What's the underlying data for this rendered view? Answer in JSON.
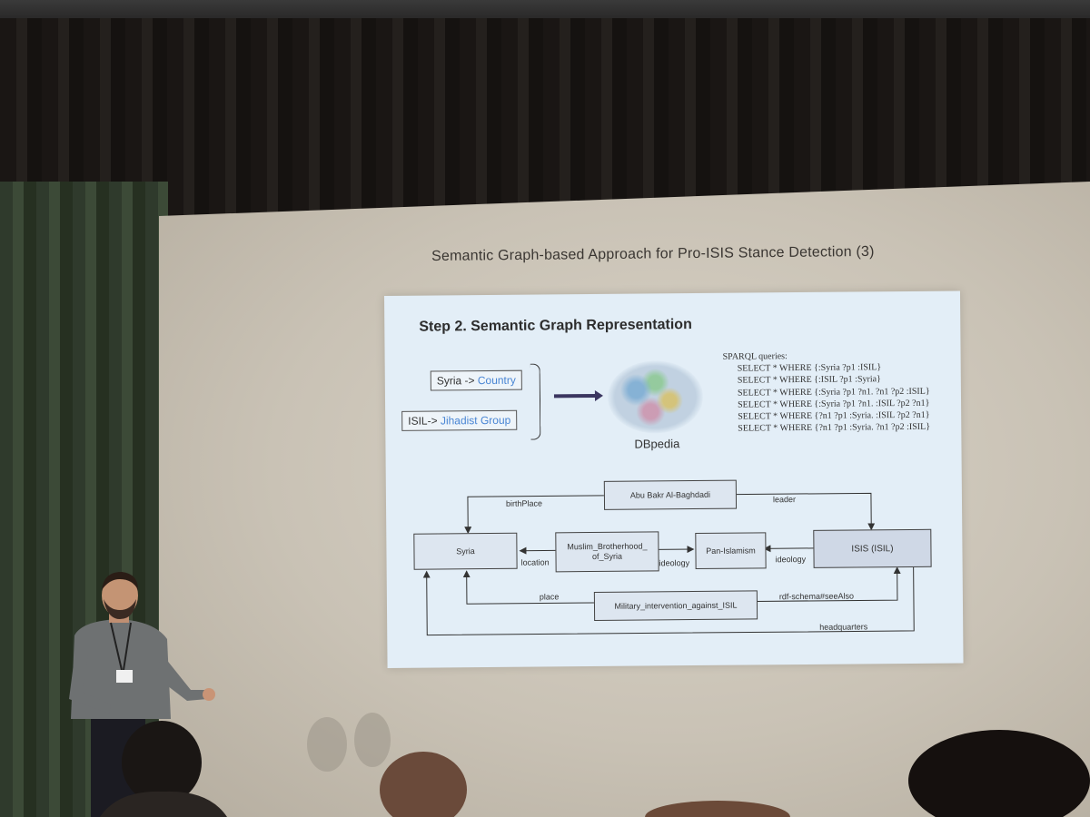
{
  "slide": {
    "title": "Semantic Graph-based Approach for Pro-ISIS Stance Detection (3)",
    "heading": "Step 2. Semantic Graph Representation",
    "mappings": [
      {
        "entity": "Syria",
        "arrow": " -> ",
        "type": "Country"
      },
      {
        "entity": "ISIL",
        "arrow": "-> ",
        "type": "Jihadist Group"
      }
    ],
    "source_label": "DBpedia",
    "sparql_title": "SPARQL queries:",
    "sparql_queries": [
      "SELECT * WHERE {:Syria ?p1 :ISIL}",
      "SELECT * WHERE {:ISIL ?p1 :Syria}",
      "SELECT * WHERE {:Syria ?p1 ?n1. ?n1 ?p2 :ISIL}",
      "SELECT * WHERE {:Syria ?p1 ?n1. :ISIL ?p2 ?n1}",
      "SELECT * WHERE {?n1 ?p1 :Syria. :ISIL ?p2 ?n1}",
      "SELECT * WHERE {?n1 ?p1 :Syria. ?n1 ?p2 :ISIL}"
    ],
    "graph": {
      "nodes": {
        "abu_bakr": "Abu Bakr Al-Baghdadi",
        "syria": "Syria",
        "muslim_brotherhood": "Muslim_Brotherhood_ of_Syria",
        "pan_islamism": "Pan-Islamism",
        "isis": "ISIS (ISIL)",
        "military": "Military_intervention_against_ISIL"
      },
      "edges": {
        "birthplace": "birthPlace",
        "leader": "leader",
        "location": "location",
        "ideology_1": "ideology",
        "ideology_2": "ideology",
        "place": "place",
        "see_also": "rdf-schema#seeAlso",
        "headquarters": "headquarters"
      }
    }
  },
  "colors": {
    "slide_bg": "#e3eef7",
    "type_text": "#4a86d4",
    "arrow": "#3b3660",
    "node_fill": "#dde6f0"
  }
}
